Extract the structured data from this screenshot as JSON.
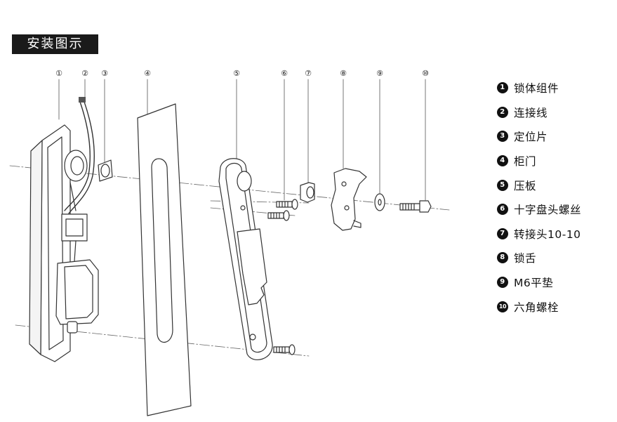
{
  "title": "安装图示",
  "callouts": [
    "①",
    "②",
    "③",
    "④",
    "⑤",
    "⑥",
    "⑦",
    "⑧",
    "⑨",
    "⑩"
  ],
  "legend": [
    {
      "num": "1",
      "label": "锁体组件"
    },
    {
      "num": "2",
      "label": "连接线"
    },
    {
      "num": "3",
      "label": "定位片"
    },
    {
      "num": "4",
      "label": "柜门"
    },
    {
      "num": "5",
      "label": "压板"
    },
    {
      "num": "6",
      "label": "十字盘头螺丝"
    },
    {
      "num": "7",
      "label": "转接头10-10"
    },
    {
      "num": "8",
      "label": "锁舌"
    },
    {
      "num": "9",
      "label": "M6平垫"
    },
    {
      "num": "10",
      "label": "六角螺栓"
    }
  ]
}
